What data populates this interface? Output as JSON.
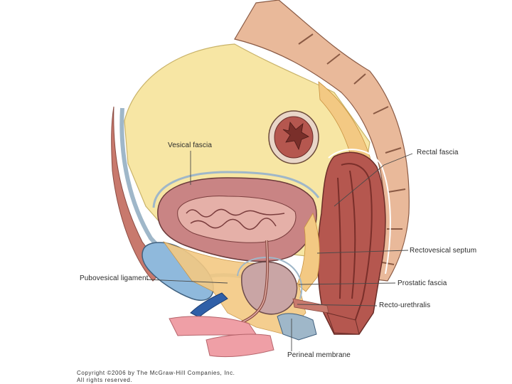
{
  "labels": {
    "vesical_fascia": "Vesical fascia",
    "rectal_fascia": "Rectal fascia",
    "rectovesical_septum": "Rectovesical septum",
    "puboves_ligament": "Pubovesical ligament",
    "prostatic_fascia": "Prostatic fascia",
    "recto_urethralis": "Recto-urethralis",
    "perineal_membrane": "Perineal membrane"
  },
  "copyright": {
    "line1": "Copyright ©2006 by The McGraw-Hill Companies, Inc.",
    "line2": "All rights reserved."
  },
  "colors": {
    "peritoneum_yellow": "#f7e6a4",
    "sacrum": "#e9b99a",
    "bladder_wall": "#c98484",
    "bladder_lumen": "#b06a6a",
    "rectum": "#b5574f",
    "fat": "#f3c983",
    "ligament_blue": "#8fb9dc",
    "vein_blue": "#2f5fa8",
    "skin_pink": "#ef9fa6",
    "leader": "#4a4a4a"
  }
}
